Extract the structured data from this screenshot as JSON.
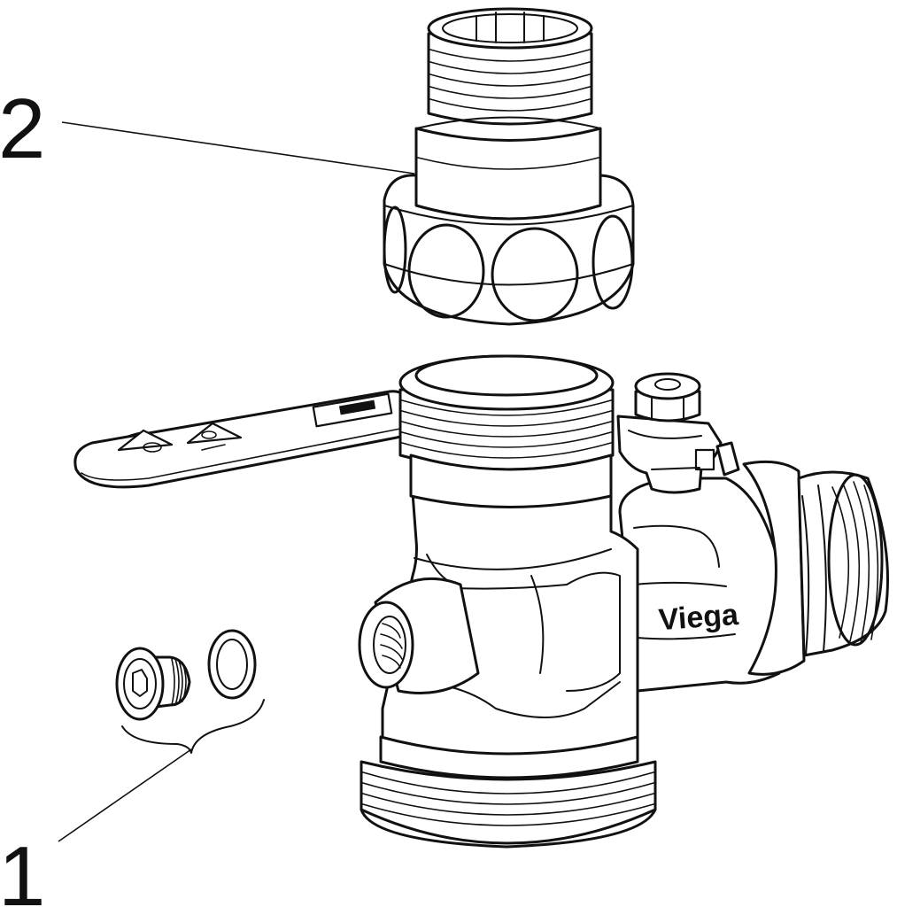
{
  "callouts": [
    {
      "id": "1",
      "text": "1"
    },
    {
      "id": "2",
      "text": "2"
    }
  ],
  "brand_label": "Viega"
}
